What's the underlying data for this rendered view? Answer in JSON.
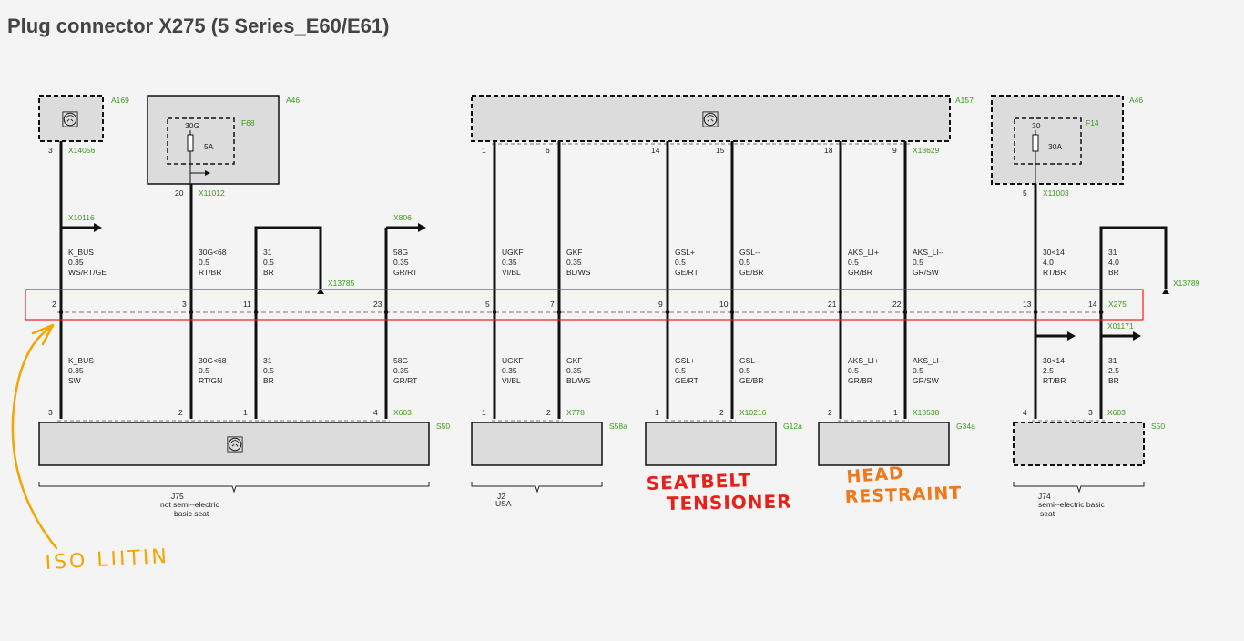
{
  "title": "Plug connector X275 (5 Series_E60/E61)",
  "top_components": {
    "a169": {
      "label": "A169",
      "pin": "3",
      "connector": "X14056"
    },
    "a46_left": {
      "label": "A46",
      "fuse_id": "F68",
      "fuse_terminal": "30G",
      "fuse_rating": "5A",
      "pin": "20",
      "connector": "X11012"
    },
    "a157": {
      "label": "A157",
      "connector": "X13629",
      "pins": [
        "1",
        "6",
        "14",
        "15",
        "18",
        "9"
      ]
    },
    "a46_right": {
      "label": "A46",
      "fuse_id": "F14",
      "fuse_terminal": "30",
      "fuse_rating": "30A",
      "pin": "5",
      "connector": "X11003"
    }
  },
  "refs": {
    "x10116": "X10116",
    "x806": "X806",
    "x13785": "X13785",
    "x13789": "X13789",
    "x01171": "X01171"
  },
  "x275": {
    "label": "X275",
    "pins": [
      "2",
      "3",
      "11",
      "23",
      "5",
      "7",
      "9",
      "10",
      "21",
      "22",
      "13",
      "14"
    ]
  },
  "upper_wires": [
    {
      "signal": "K_BUS",
      "size": "0.35",
      "color": "WS/RT/GE"
    },
    {
      "signal": "30G<68",
      "size": "0.5",
      "color": "RT/BR"
    },
    {
      "signal": "31",
      "size": "0.5",
      "color": "BR"
    },
    {
      "signal": "58G",
      "size": "0.35",
      "color": "GR/RT"
    },
    {
      "signal": "UGKF",
      "size": "0.35",
      "color": "VI/BL"
    },
    {
      "signal": "GKF",
      "size": "0.35",
      "color": "BL/WS"
    },
    {
      "signal": "GSL+",
      "size": "0.5",
      "color": "GE/RT"
    },
    {
      "signal": "GSL--",
      "size": "0.5",
      "color": "GE/BR"
    },
    {
      "signal": "AKS_LI+",
      "size": "0.5",
      "color": "GR/BR"
    },
    {
      "signal": "AKS_LI--",
      "size": "0.5",
      "color": "GR/SW"
    },
    {
      "signal": "30<14",
      "size": "4.0",
      "color": "RT/BR"
    },
    {
      "signal": "31",
      "size": "4.0",
      "color": "BR"
    }
  ],
  "lower_wires": [
    {
      "signal": "K_BUS",
      "size": "0.35",
      "color": "SW"
    },
    {
      "signal": "30G<68",
      "size": "0.5",
      "color": "RT/GN"
    },
    {
      "signal": "31",
      "size": "0.5",
      "color": "BR"
    },
    {
      "signal": "58G",
      "size": "0.35",
      "color": "GR/RT"
    },
    {
      "signal": "UGKF",
      "size": "0.35",
      "color": "VI/BL"
    },
    {
      "signal": "GKF",
      "size": "0.35",
      "color": "BL/WS"
    },
    {
      "signal": "GSL+",
      "size": "0.5",
      "color": "GE/RT"
    },
    {
      "signal": "GSL--",
      "size": "0.5",
      "color": "GE/BR"
    },
    {
      "signal": "AKS_LI+",
      "size": "0.5",
      "color": "GR/BR"
    },
    {
      "signal": "AKS_LI--",
      "size": "0.5",
      "color": "GR/SW"
    },
    {
      "signal": "30<14",
      "size": "2.5",
      "color": "RT/BR"
    },
    {
      "signal": "31",
      "size": "2.5",
      "color": "BR"
    }
  ],
  "bottom_components": {
    "s50_left": {
      "label": "S50",
      "connector": "X603",
      "pins": [
        "3",
        "2",
        "1",
        "4"
      ]
    },
    "s58a": {
      "label": "S58a",
      "connector": "X778",
      "pins": [
        "1",
        "2"
      ]
    },
    "g12a": {
      "label": "G12a",
      "connector": "X10216",
      "pins": [
        "1",
        "2"
      ]
    },
    "g34a": {
      "label": "G34a",
      "connector": "X13538",
      "pins": [
        "2",
        "1"
      ]
    },
    "s50_right": {
      "label": "S50",
      "connector": "X603",
      "pins": [
        "4",
        "3"
      ]
    }
  },
  "variants": {
    "j75": {
      "code": "J75",
      "line1": "not semi--electric",
      "line2": "basic seat"
    },
    "j2": {
      "code": "J2",
      "line1": "USA"
    },
    "j74": {
      "code": "J74",
      "line1": "semi--electric basic",
      "line2": "seat"
    }
  },
  "annotations": {
    "seatbelt_1": "SEATBELT",
    "seatbelt_2": "TENSIONER",
    "head_1": "HEAD",
    "head_2": "RESTRAINT",
    "isoliitin": "ISO LIITIN"
  },
  "colors": {
    "highlight": "#e8201a",
    "annotation_red": "#e8201a",
    "annotation_orange": "#f07818",
    "annotation_yellow": "#f5a400",
    "component_text": "#3a9a1a"
  }
}
